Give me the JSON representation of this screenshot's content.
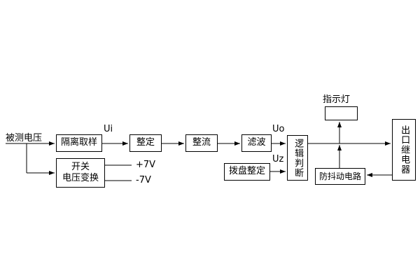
{
  "diagram": {
    "input_label": "被测电压",
    "indicator_label": "指示灯",
    "blocks": {
      "isolation_sampling": "隔离取样",
      "switch_line1": "开关",
      "switch_line2": "电压变换",
      "setting": "整定",
      "rectifier": "整流",
      "filter": "滤波",
      "dial_setting": "拨盘整定",
      "logic_judgment": "逻辑判断",
      "anti_jitter": "防抖动电路",
      "output_relay": "出口继电器"
    },
    "signals": {
      "ui": "Ui",
      "uo": "Uo",
      "uz": "Uz",
      "plus_7v": "+7V",
      "minus_7v": "-7V"
    }
  }
}
